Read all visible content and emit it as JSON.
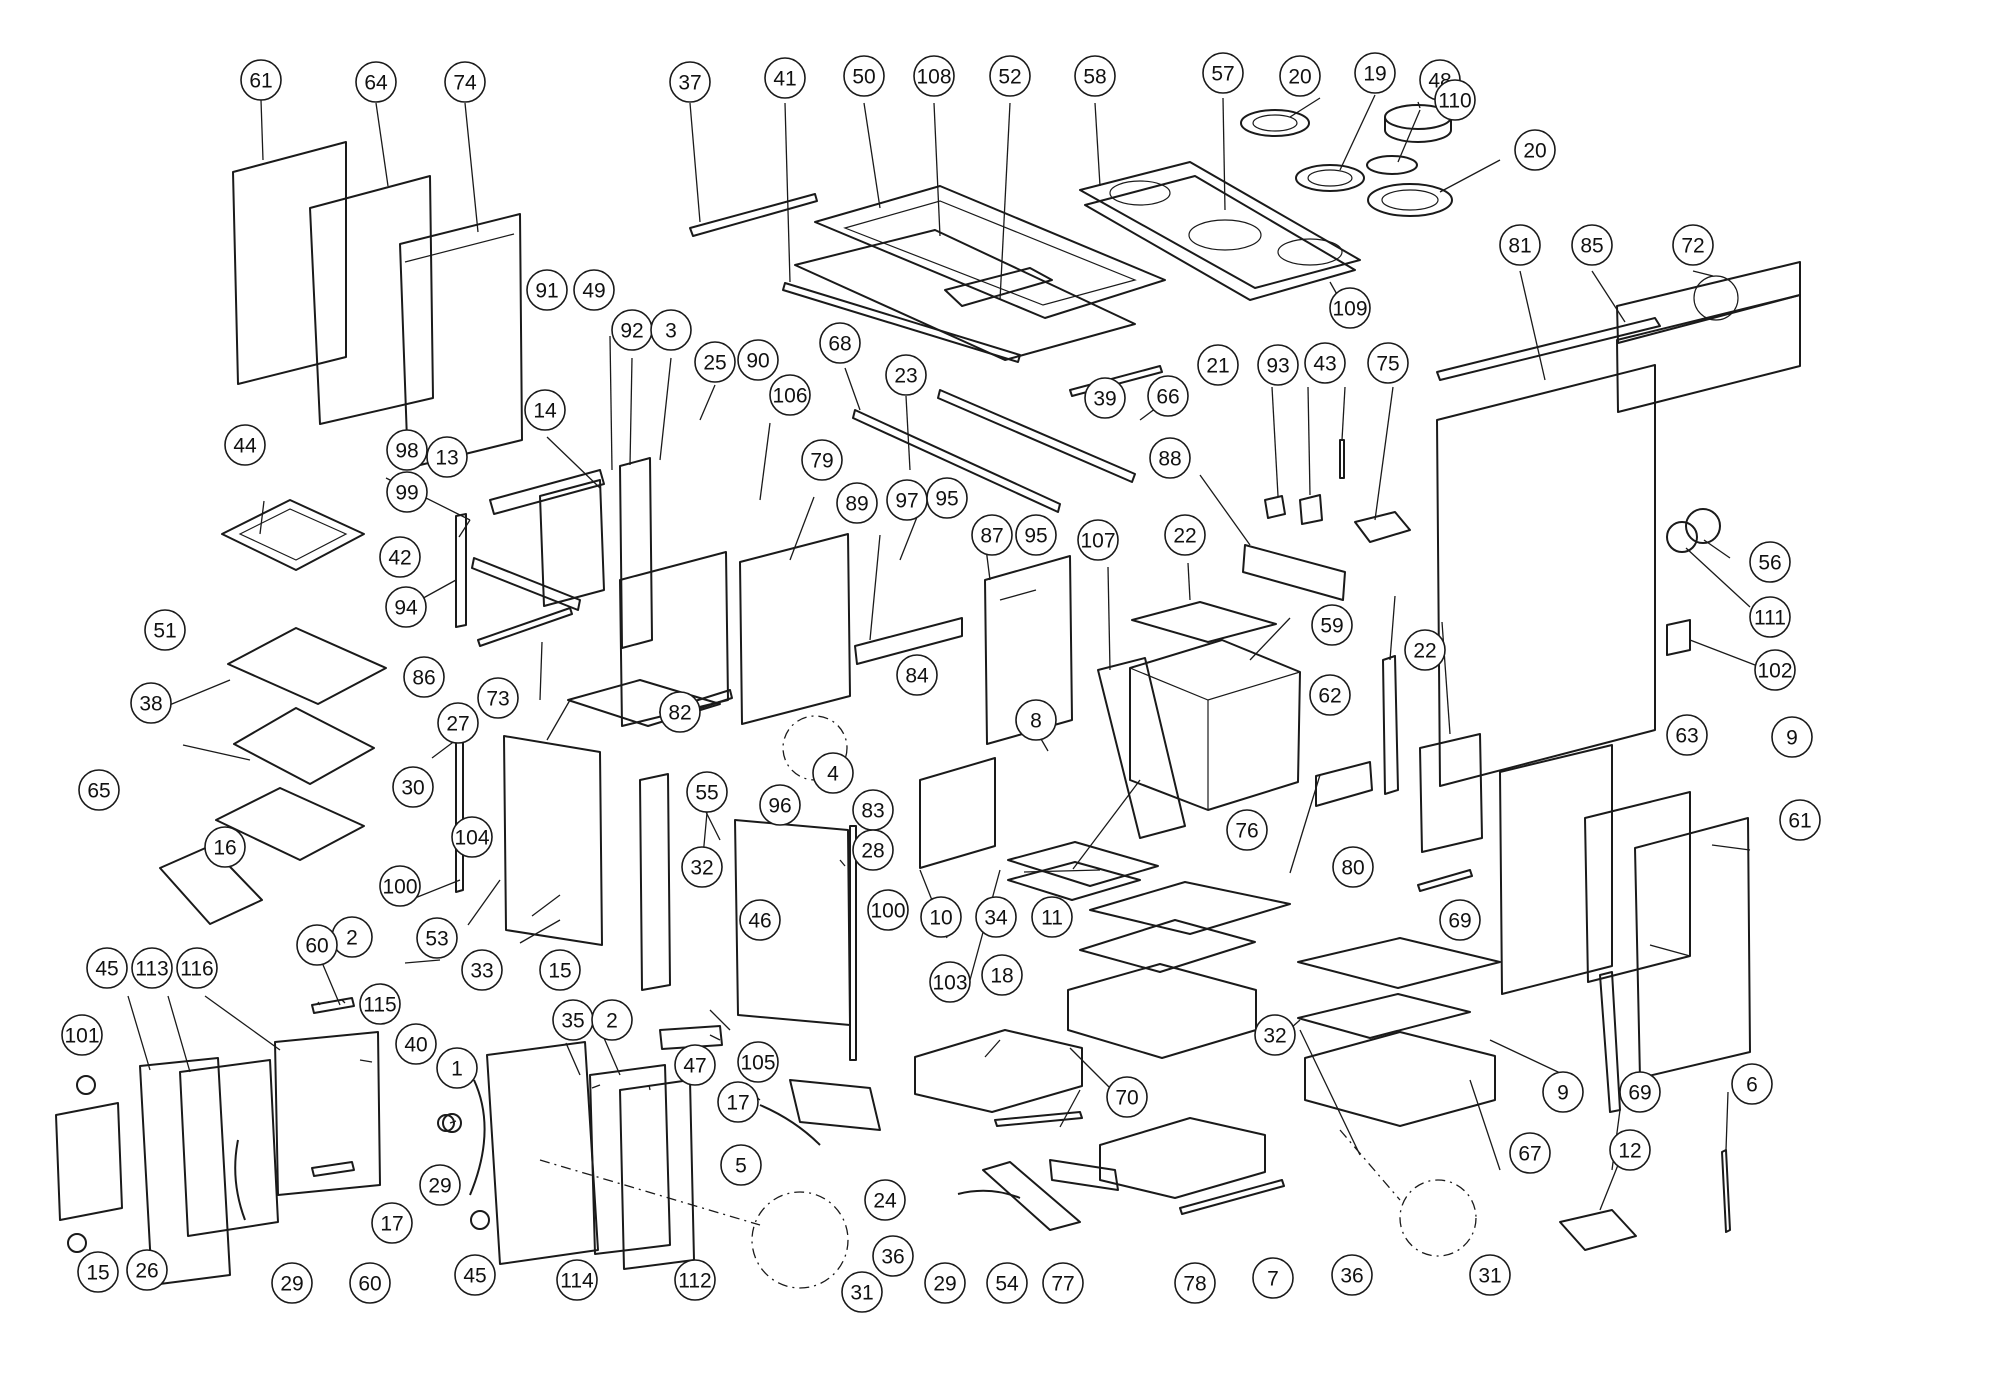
{
  "diagram": {
    "type": "exploded-parts-view",
    "line_color": "#1a1a1a",
    "background": "#ffffff",
    "callouts": [
      {
        "id": "c01",
        "label": "61"
      },
      {
        "id": "c02",
        "label": "64"
      },
      {
        "id": "c03",
        "label": "74"
      },
      {
        "id": "c04",
        "label": "37"
      },
      {
        "id": "c05",
        "label": "41"
      },
      {
        "id": "c06",
        "label": "50"
      },
      {
        "id": "c07",
        "label": "108"
      },
      {
        "id": "c08",
        "label": "52"
      },
      {
        "id": "c09",
        "label": "58"
      },
      {
        "id": "c10",
        "label": "57"
      },
      {
        "id": "c11",
        "label": "20"
      },
      {
        "id": "c12",
        "label": "19"
      },
      {
        "id": "c13",
        "label": "48"
      },
      {
        "id": "c14",
        "label": "110"
      },
      {
        "id": "c15",
        "label": "20"
      },
      {
        "id": "c16",
        "label": "91"
      },
      {
        "id": "c17",
        "label": "49"
      },
      {
        "id": "c18",
        "label": "92"
      },
      {
        "id": "c19",
        "label": "3"
      },
      {
        "id": "c20",
        "label": "25"
      },
      {
        "id": "c21",
        "label": "90"
      },
      {
        "id": "c22",
        "label": "68"
      },
      {
        "id": "c23",
        "label": "23"
      },
      {
        "id": "c24",
        "label": "39"
      },
      {
        "id": "c25",
        "label": "66"
      },
      {
        "id": "c26",
        "label": "109"
      },
      {
        "id": "c27",
        "label": "81"
      },
      {
        "id": "c28",
        "label": "85"
      },
      {
        "id": "c29",
        "label": "72"
      },
      {
        "id": "c30",
        "label": "14"
      },
      {
        "id": "c31",
        "label": "106"
      },
      {
        "id": "c32",
        "label": "44"
      },
      {
        "id": "c33",
        "label": "98"
      },
      {
        "id": "c34",
        "label": "13"
      },
      {
        "id": "c35",
        "label": "79"
      },
      {
        "id": "c36",
        "label": "21"
      },
      {
        "id": "c37",
        "label": "93"
      },
      {
        "id": "c38",
        "label": "43"
      },
      {
        "id": "c39",
        "label": "75"
      },
      {
        "id": "c40",
        "label": "99"
      },
      {
        "id": "c41",
        "label": "89"
      },
      {
        "id": "c42",
        "label": "97"
      },
      {
        "id": "c43",
        "label": "95"
      },
      {
        "id": "c44",
        "label": "88"
      },
      {
        "id": "c45",
        "label": "42"
      },
      {
        "id": "c46",
        "label": "87"
      },
      {
        "id": "c47",
        "label": "95"
      },
      {
        "id": "c48",
        "label": "107"
      },
      {
        "id": "c49",
        "label": "22"
      },
      {
        "id": "c50",
        "label": "56"
      },
      {
        "id": "c51",
        "label": "94"
      },
      {
        "id": "c52",
        "label": "111"
      },
      {
        "id": "c53",
        "label": "51"
      },
      {
        "id": "c54",
        "label": "59"
      },
      {
        "id": "c55",
        "label": "86"
      },
      {
        "id": "c56",
        "label": "102"
      },
      {
        "id": "c57",
        "label": "84"
      },
      {
        "id": "c58",
        "label": "38"
      },
      {
        "id": "c59",
        "label": "73"
      },
      {
        "id": "c60",
        "label": "82"
      },
      {
        "id": "c61",
        "label": "22"
      },
      {
        "id": "c62",
        "label": "27"
      },
      {
        "id": "c63",
        "label": "8"
      },
      {
        "id": "c64",
        "label": "62"
      },
      {
        "id": "c65",
        "label": "63"
      },
      {
        "id": "c66",
        "label": "9"
      },
      {
        "id": "c67",
        "label": "4"
      },
      {
        "id": "c68",
        "label": "55"
      },
      {
        "id": "c69",
        "label": "96"
      },
      {
        "id": "c70",
        "label": "83"
      },
      {
        "id": "c71",
        "label": "61"
      },
      {
        "id": "c72",
        "label": "65"
      },
      {
        "id": "c73",
        "label": "30"
      },
      {
        "id": "c74",
        "label": "104"
      },
      {
        "id": "c75",
        "label": "16"
      },
      {
        "id": "c76",
        "label": "28"
      },
      {
        "id": "c77",
        "label": "76"
      },
      {
        "id": "c78",
        "label": "32"
      },
      {
        "id": "c79",
        "label": "80"
      },
      {
        "id": "c80",
        "label": "100"
      },
      {
        "id": "c81",
        "label": "10"
      },
      {
        "id": "c82",
        "label": "34"
      },
      {
        "id": "c83",
        "label": "11"
      },
      {
        "id": "c84",
        "label": "100"
      },
      {
        "id": "c85",
        "label": "69"
      },
      {
        "id": "c86",
        "label": "53"
      },
      {
        "id": "c87",
        "label": "2"
      },
      {
        "id": "c88",
        "label": "60"
      },
      {
        "id": "c89",
        "label": "46"
      },
      {
        "id": "c90",
        "label": "33"
      },
      {
        "id": "c91",
        "label": "15"
      },
      {
        "id": "c92",
        "label": "18"
      },
      {
        "id": "c93",
        "label": "103"
      },
      {
        "id": "c94",
        "label": "115"
      },
      {
        "id": "c95",
        "label": "45"
      },
      {
        "id": "c96",
        "label": "113"
      },
      {
        "id": "c97",
        "label": "116"
      },
      {
        "id": "c98",
        "label": "35"
      },
      {
        "id": "c99",
        "label": "2"
      },
      {
        "id": "c100",
        "label": "40"
      },
      {
        "id": "c101",
        "label": "32"
      },
      {
        "id": "c102",
        "label": "101"
      },
      {
        "id": "c103",
        "label": "47"
      },
      {
        "id": "c104",
        "label": "1"
      },
      {
        "id": "c105",
        "label": "105"
      },
      {
        "id": "c106",
        "label": "17"
      },
      {
        "id": "c107",
        "label": "70"
      },
      {
        "id": "c108",
        "label": "9"
      },
      {
        "id": "c109",
        "label": "69"
      },
      {
        "id": "c110",
        "label": "6"
      },
      {
        "id": "c111",
        "label": "5"
      },
      {
        "id": "c112",
        "label": "67"
      },
      {
        "id": "c113",
        "label": "24"
      },
      {
        "id": "c114",
        "label": "29"
      },
      {
        "id": "c115",
        "label": "12"
      },
      {
        "id": "c116",
        "label": "17"
      },
      {
        "id": "c117",
        "label": "36"
      },
      {
        "id": "c118",
        "label": "15"
      },
      {
        "id": "c119",
        "label": "26"
      },
      {
        "id": "c120",
        "label": "29"
      },
      {
        "id": "c121",
        "label": "60"
      },
      {
        "id": "c122",
        "label": "45"
      },
      {
        "id": "c123",
        "label": "114"
      },
      {
        "id": "c124",
        "label": "31"
      },
      {
        "id": "c125",
        "label": "112"
      },
      {
        "id": "c126",
        "label": "29"
      },
      {
        "id": "c127",
        "label": "54"
      },
      {
        "id": "c128",
        "label": "77"
      },
      {
        "id": "c129",
        "label": "78"
      },
      {
        "id": "c130",
        "label": "7"
      },
      {
        "id": "c131",
        "label": "36"
      },
      {
        "id": "c132",
        "label": "31"
      }
    ]
  }
}
